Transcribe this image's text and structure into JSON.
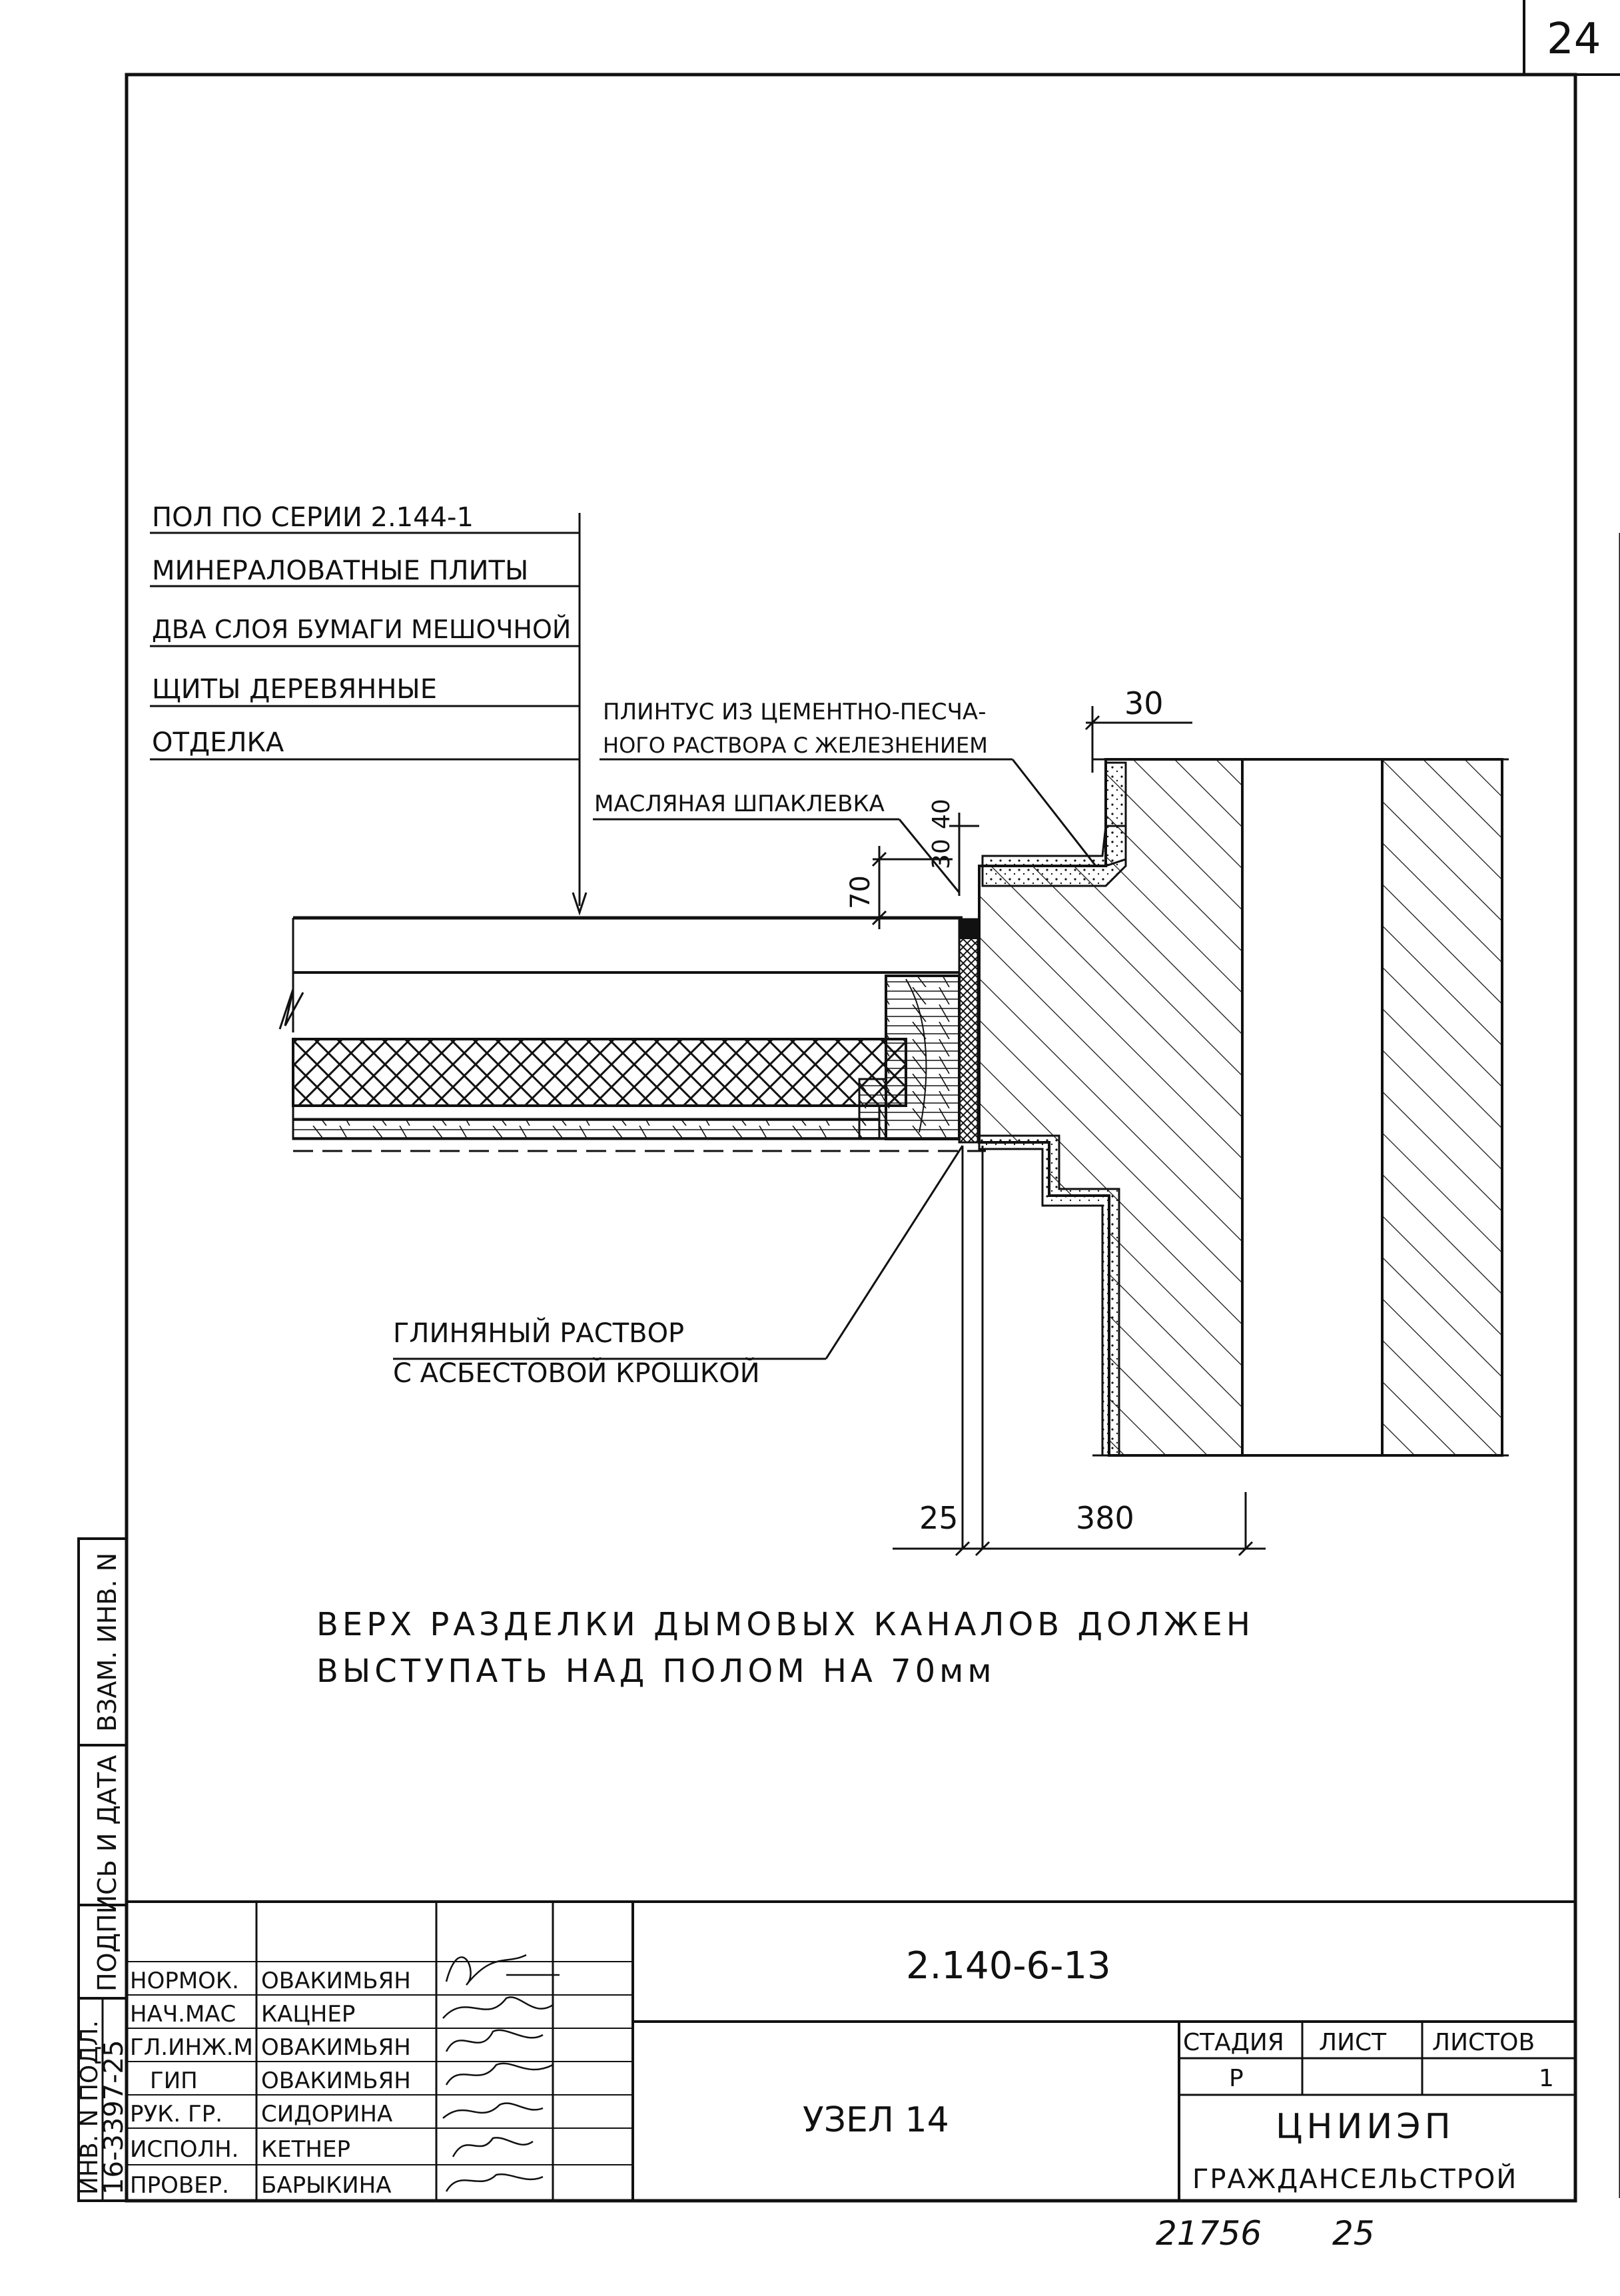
{
  "sheet": {
    "corner_number": "24"
  },
  "callouts": {
    "floor_series": "ПОЛ ПО СЕРИИ 2.144-1",
    "mineral_wool": "МИНЕРАЛОВАТНЫЕ ПЛИТЫ",
    "paper_layers": "ДВА СЛОЯ БУМАГИ МЕШОЧНОЙ",
    "wood_shields": "ЩИТЫ ДЕРЕВЯННЫЕ",
    "finish": "ОТДЕЛКА",
    "plinth_line1": "ПЛИНТУС ИЗ ЦЕМЕНТНО-ПЕСЧА-",
    "plinth_line2": "НОГО РАСТВОРА С ЖЕЛЕЗНЕНИЕМ",
    "oil_putty": "МАСЛЯНАЯ ШПАКЛЕВКА",
    "clay_line1": "ГЛИНЯНЫЙ РАСТВОР",
    "clay_line2": "С АСБЕСТОВОЙ КРОШКОЙ"
  },
  "dimensions": {
    "d30_top": "30",
    "d70": "70",
    "d30": "30",
    "d40": "40",
    "d25": "25",
    "d380": "380"
  },
  "note": {
    "line1": "ВЕРХ РАЗДЕЛКИ ДЫМОВЫХ КАНАЛОВ ДОЛЖЕН",
    "line2": "ВЫСТУПАТЬ НАД ПОЛОМ НА 70мм"
  },
  "title_block": {
    "staff": [
      {
        "role": "НОРМОК.",
        "name": "ОВАКИМЬЯН"
      },
      {
        "role": "НАЧ.МАС",
        "name": "КАЦНЕР"
      },
      {
        "role": "ГЛ.ИНЖ.М",
        "name": "ОВАКИМЬЯН"
      },
      {
        "role": "ГИП",
        "name": "ОВАКИМЬЯН"
      },
      {
        "role": "РУК. ГР.",
        "name": "СИДОРИНА"
      },
      {
        "role": "ИСПОЛН.",
        "name": "КЕТНЕР"
      },
      {
        "role": "ПРОВЕР.",
        "name": "БАРЫКИНА"
      }
    ],
    "code": "2.140-6-13",
    "title": "УЗЕЛ 14",
    "stage_header": "СТАДИЯ",
    "sheet_header": "ЛИСТ",
    "sheets_header": "ЛИСТОВ",
    "stage_value": "Р",
    "sheet_value": "",
    "sheets_value": "1",
    "org_line1": "ЦНИИЭП",
    "org_line2": "ГРАЖДАНСЕЛЬСТРОЙ"
  },
  "side_stamps": {
    "inv_no": "ИНВ. N ПОДЛ.",
    "signature_date": "ПОДПИСЬ И ДАТА",
    "replace_inv": "ВЗАМ. ИНВ. N",
    "inv_value": "16-3397-25"
  },
  "bottom": {
    "left_number": "21756",
    "right_number": "25"
  }
}
